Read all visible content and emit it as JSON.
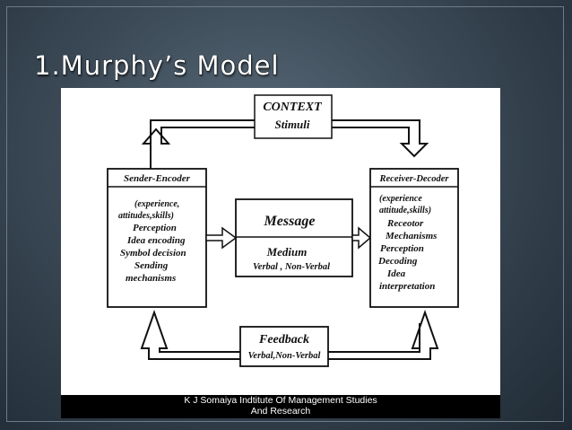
{
  "slide": {
    "title": "1.Murphy’s Model"
  },
  "diagram": {
    "context": {
      "title": "CONTEXT",
      "stimuli": "Stimuli"
    },
    "sender": {
      "title": "Sender-Encoder",
      "lines": [
        "(experience,",
        "attitudes,skills)",
        "Perception",
        "Idea encoding",
        "Symbol decision",
        "Sending",
        "mechanisms"
      ]
    },
    "message": {
      "title": "Message",
      "medium": "Medium",
      "types": "Verbal , Non-Verbal"
    },
    "receiver": {
      "title": "Receiver-Decoder",
      "lines": [
        "(experience",
        "attitude,skills)",
        "Receotor",
        "Mechanisms",
        "Perception",
        "Decoding",
        "Idea",
        "interpretation"
      ]
    },
    "feedback": {
      "title": "Feedback",
      "types": "Verbal,Non-Verbal"
    }
  },
  "footer": {
    "line1": "K J Somaiya Indtitute Of Management Studies",
    "line2": "And Research"
  }
}
